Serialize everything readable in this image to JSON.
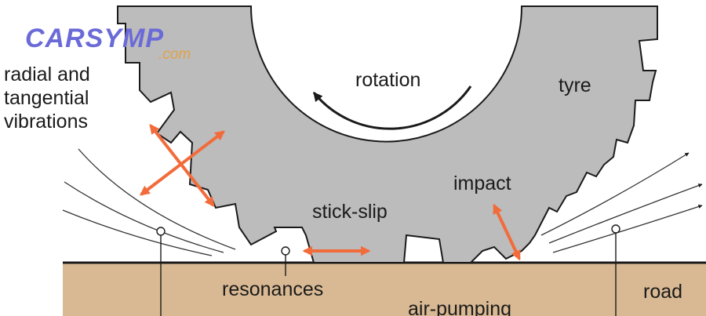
{
  "logo": {
    "brand": "CARSYMP",
    "suffix": ".com"
  },
  "labels": {
    "vibrations": [
      "radial and",
      "tangential",
      "vibrations"
    ],
    "rotation": "rotation",
    "tyre": "tyre",
    "impact": "impact",
    "stick_slip": "stick-slip",
    "resonances": "resonances",
    "air_pumping": "air-pumping",
    "road": "road"
  },
  "colors": {
    "tyre_fill": "#bcbcbc",
    "road_fill": "#d9b993",
    "arrow_orange": "#f26b3a",
    "outline": "#1a1a1a"
  }
}
